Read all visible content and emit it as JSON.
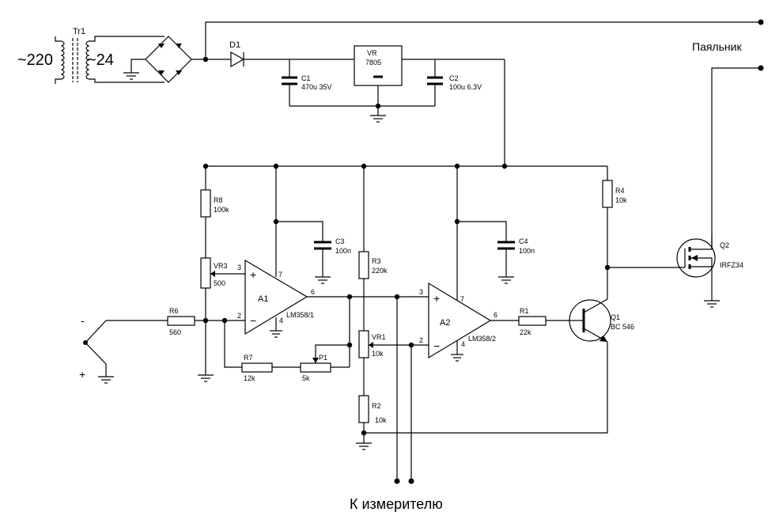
{
  "labels": {
    "mains_voltage": "~220",
    "secondary_voltage": "~24",
    "soldering_iron": "Паяльник",
    "to_meter": "К измерителю",
    "thermocouple_minus": "-",
    "thermocouple_plus": "+"
  },
  "components": {
    "tr1": {
      "ref": "Tr1"
    },
    "d1": {
      "ref": "D1"
    },
    "vr": {
      "ref": "VR",
      "value": "7805"
    },
    "c1": {
      "ref": "C1",
      "value": "470u 35V"
    },
    "c2": {
      "ref": "C2",
      "value": "100u 6.3V"
    },
    "c3": {
      "ref": "C3",
      "value": "100n"
    },
    "c4": {
      "ref": "C4",
      "value": "100n"
    },
    "r8": {
      "ref": "R8",
      "value": "100k"
    },
    "vr3": {
      "ref": "VR3",
      "value": "500"
    },
    "r6": {
      "ref": "R6",
      "value": "560"
    },
    "r7": {
      "ref": "R7",
      "value": "12k"
    },
    "p1": {
      "ref": "P1",
      "value": "5k"
    },
    "r3": {
      "ref": "R3",
      "value": "220k"
    },
    "vr1": {
      "ref": "VR1",
      "value": "10k"
    },
    "r2": {
      "ref": "R2",
      "value": "10k"
    },
    "r1": {
      "ref": "R1",
      "value": "22k"
    },
    "r4": {
      "ref": "R4",
      "value": "10k"
    },
    "a1": {
      "ref": "A1",
      "part": "LM358/1"
    },
    "a2": {
      "ref": "A2",
      "part": "LM358/2"
    },
    "q1": {
      "ref": "Q1",
      "part": "BC 546"
    },
    "q2": {
      "ref": "Q2",
      "part": "IRFZ34"
    }
  },
  "pins": {
    "a1": {
      "noninv": "3",
      "inv": "2",
      "out": "6",
      "vcc": "7",
      "gnd": "4",
      "plus": "+",
      "minus": "−"
    },
    "a2": {
      "noninv": "3",
      "inv": "2",
      "out": "6",
      "vcc": "7",
      "gnd": "4",
      "plus": "+",
      "minus": "−"
    }
  }
}
